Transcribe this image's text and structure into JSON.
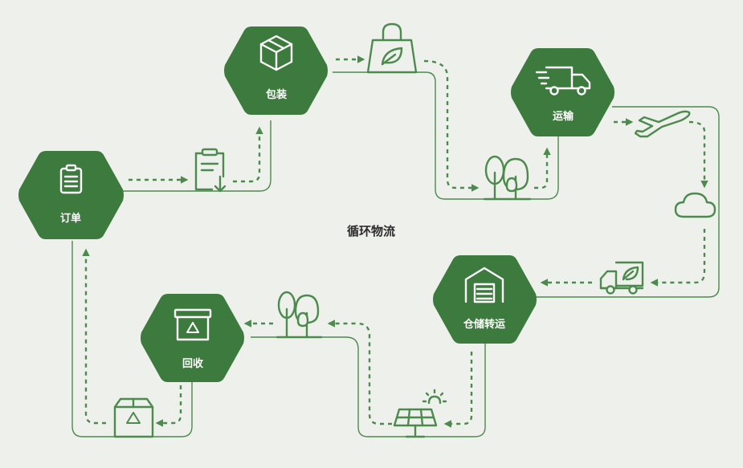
{
  "title": "循环物流",
  "colors": {
    "node": "#3d7a3d",
    "line": "#4d8a4d",
    "background": "#eef0ec"
  },
  "nodes": [
    {
      "id": "order",
      "label": "订单",
      "icon": "clipboard-icon"
    },
    {
      "id": "package",
      "label": "包装",
      "icon": "box-icon"
    },
    {
      "id": "transport",
      "label": "运输",
      "icon": "delivery-truck-icon"
    },
    {
      "id": "warehouse",
      "label": "仓储转运",
      "icon": "warehouse-icon"
    },
    {
      "id": "recycle",
      "label": "回收",
      "icon": "recycle-bin-icon"
    }
  ],
  "waypoint_icons": [
    "clipboard-check-icon",
    "eco-bag-icon",
    "trees-icon",
    "airplane-icon",
    "cloud-icon",
    "eco-truck-icon",
    "trees-icon",
    "solar-panel-icon",
    "recycle-box-icon"
  ]
}
